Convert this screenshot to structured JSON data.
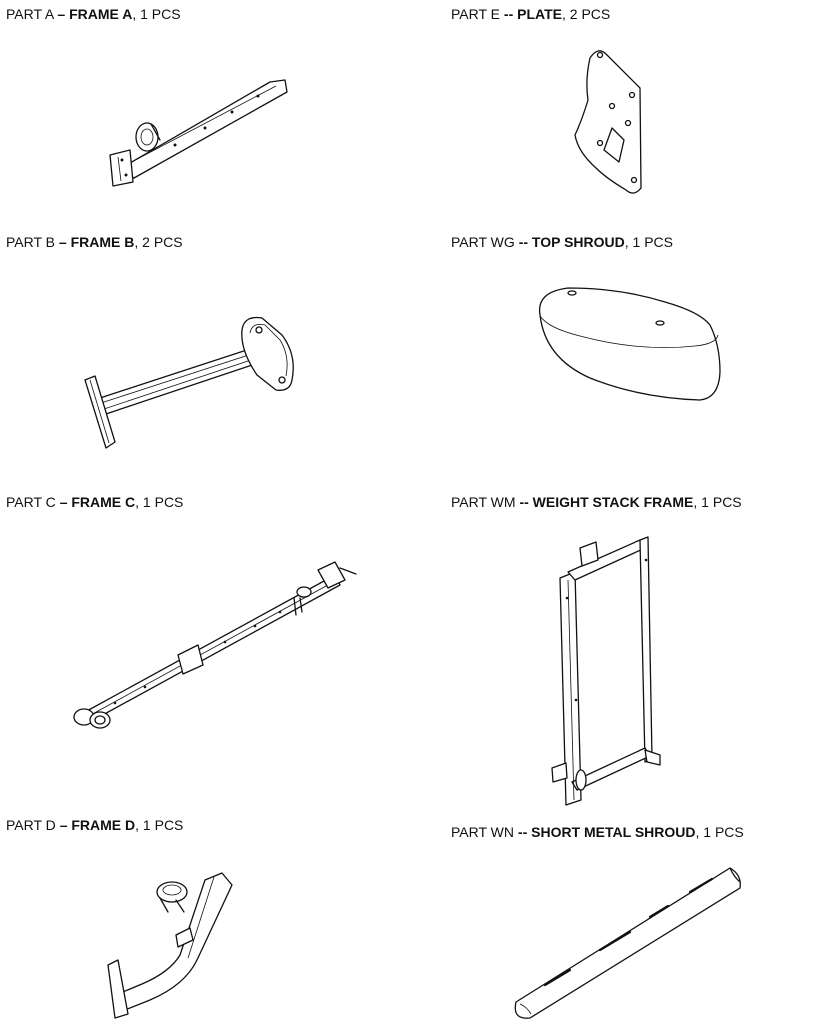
{
  "parts": [
    {
      "prefix": "PART A ",
      "sep": "– ",
      "name": "FRAME A",
      "qty": ", 1 PCS",
      "icon": "frame-a-drawing"
    },
    {
      "prefix": "PART E ",
      "sep": "-- ",
      "name": "PLATE",
      "qty": ", 2 PCS",
      "icon": "plate-drawing"
    },
    {
      "prefix": "PART B ",
      "sep": "– ",
      "name": "FRAME B",
      "qty": ", 2 PCS",
      "icon": "frame-b-drawing"
    },
    {
      "prefix": "PART WG ",
      "sep": "-- ",
      "name": "TOP SHROUD",
      "qty": ", 1 PCS",
      "icon": "top-shroud-drawing"
    },
    {
      "prefix": "PART C ",
      "sep": "– ",
      "name": "FRAME C",
      "qty": ", 1 PCS",
      "icon": "frame-c-drawing"
    },
    {
      "prefix": "PART WM ",
      "sep": "-- ",
      "name": "WEIGHT STACK FRAME",
      "qty": ", 1 PCS",
      "icon": "weight-stack-frame-drawing"
    },
    {
      "prefix": "PART D ",
      "sep": "– ",
      "name": "FRAME D",
      "qty": ", 1 PCS",
      "icon": "frame-d-drawing"
    },
    {
      "prefix": "PART WN ",
      "sep": "-- ",
      "name": "SHORT METAL SHROUD",
      "qty": ", 1 PCS",
      "icon": "short-metal-shroud-drawing"
    }
  ]
}
